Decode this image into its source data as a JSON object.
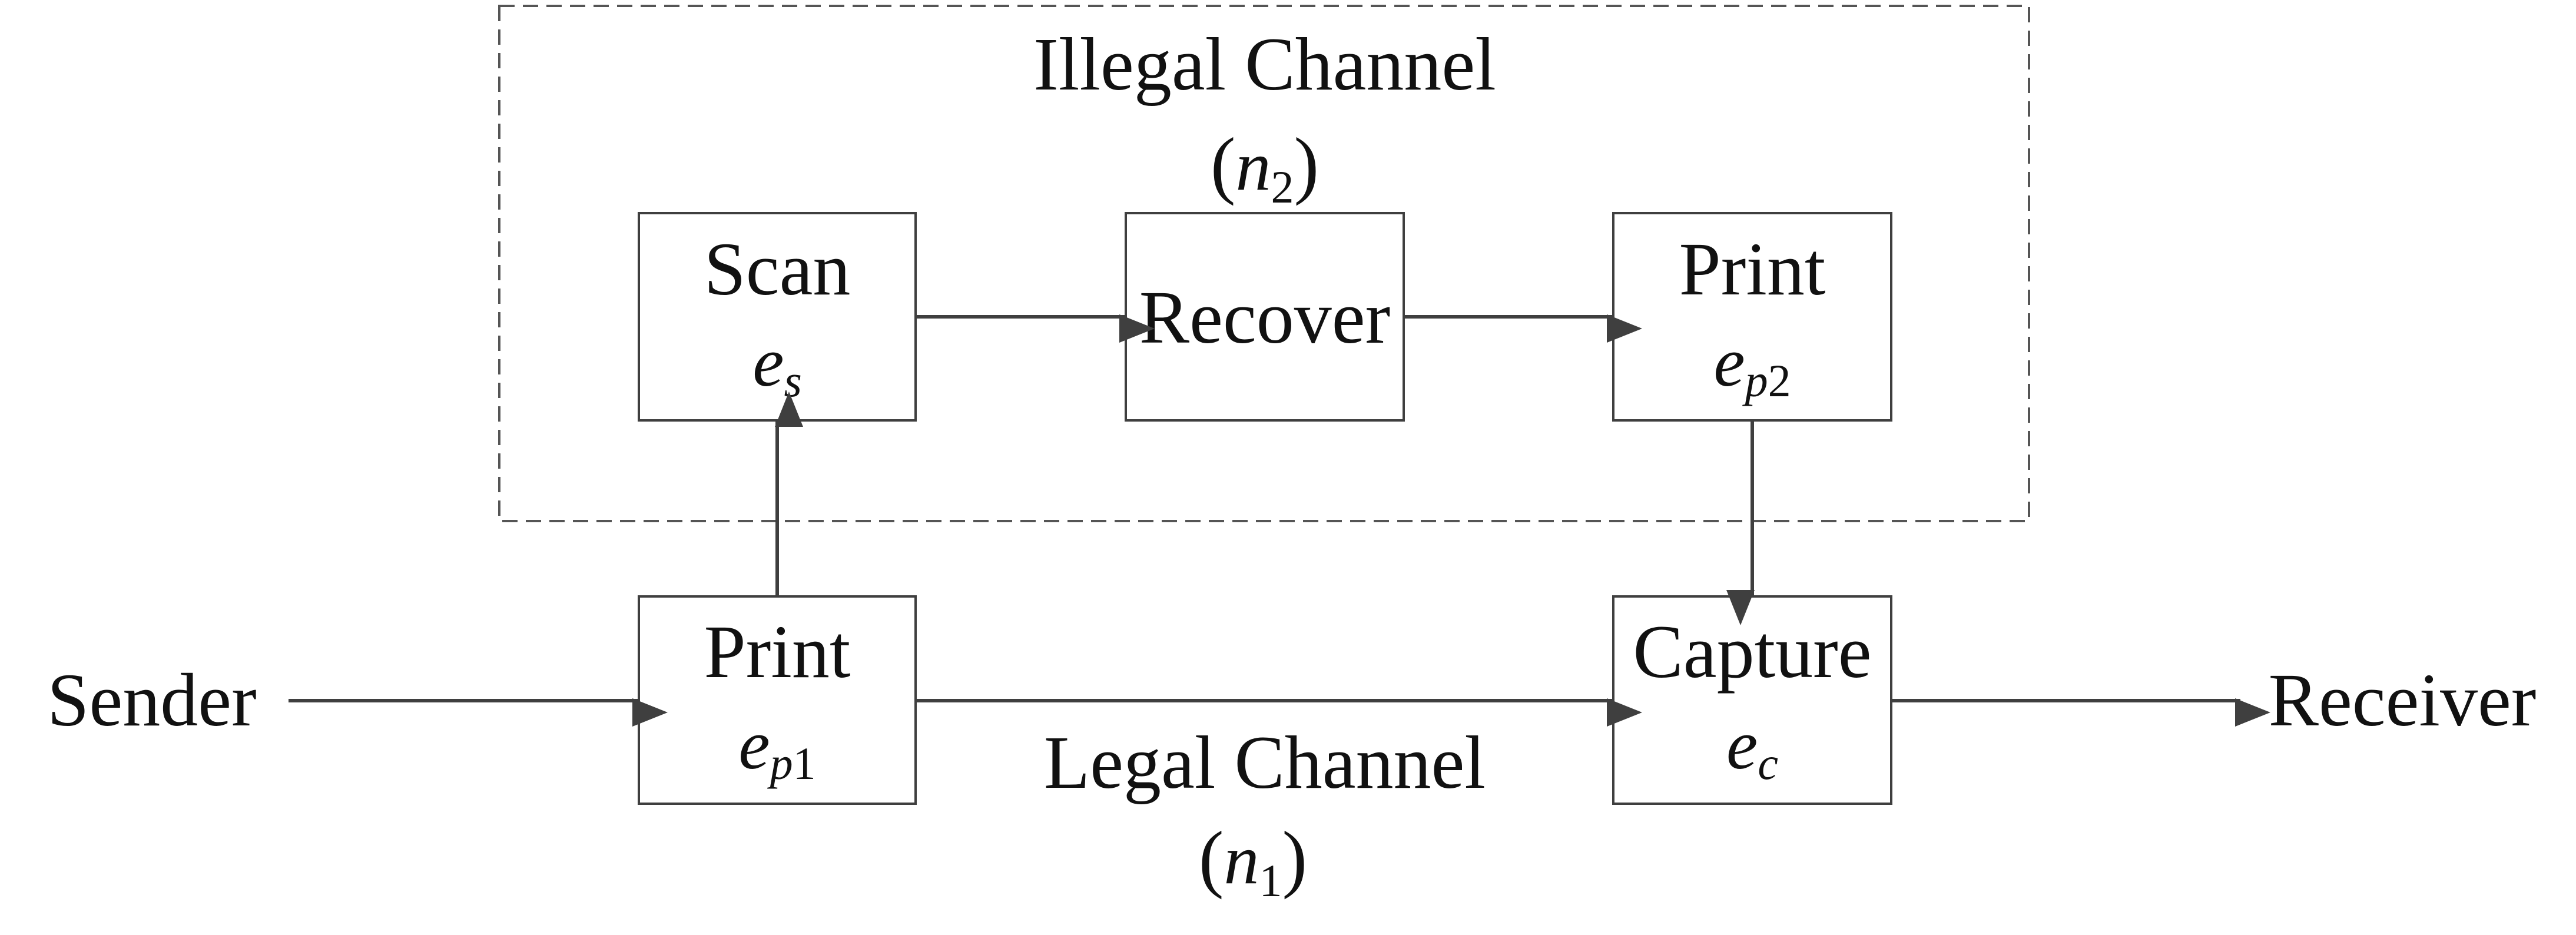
{
  "colors": {
    "line": "#3f3f3f",
    "text": "#111111",
    "background": "#ffffff"
  },
  "illegal_channel": {
    "title": "Illegal Channel",
    "noise_symbol": "n",
    "noise_subscript": "2"
  },
  "legal_channel": {
    "title": "Legal Channel",
    "noise_symbol": "n",
    "noise_subscript": "1"
  },
  "endpoints": {
    "sender": "Sender",
    "receiver": "Receiver"
  },
  "blocks": {
    "scan": {
      "label": "Scan",
      "symbol": "e",
      "subscript": "s"
    },
    "recover": {
      "label": "Recover"
    },
    "print2": {
      "label": "Print",
      "symbol": "e",
      "subscript": "p",
      "subscript_index": "2"
    },
    "print1": {
      "label": "Print",
      "symbol": "e",
      "subscript": "p",
      "subscript_index": "1"
    },
    "capture": {
      "label": "Capture",
      "symbol": "e",
      "subscript": "c"
    }
  }
}
